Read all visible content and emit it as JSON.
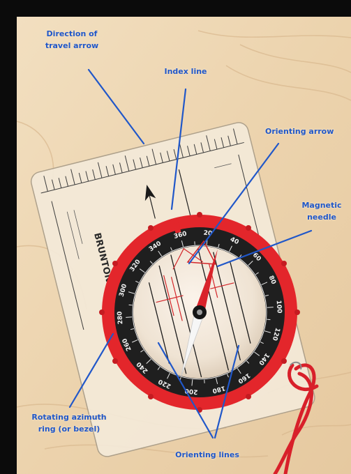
{
  "callouts": {
    "direction_of_travel_arrow": {
      "line1": "Direction of",
      "line2": "travel arrow"
    },
    "index_line": "Index line",
    "orienting_arrow": "Orienting arrow",
    "magnetic_needle": {
      "line1": "Magnetic",
      "line2": "needle"
    },
    "rotating_azimuth_ring": {
      "line1": "Rotating azimuth",
      "line2": "ring (or bezel)"
    },
    "orienting_lines": "Orienting lines"
  },
  "compass": {
    "baseplate_brand": "BRUNTON",
    "bezel_numbers": [
      "20",
      "40",
      "60",
      "80",
      "100",
      "120",
      "140",
      "160",
      "180",
      "200",
      "220",
      "240",
      "260",
      "280",
      "300",
      "320",
      "340",
      "360"
    ]
  },
  "colors": {
    "annotation_blue": "#2057c9",
    "bezel_red": "#e3262b",
    "wood": "#eed6b2",
    "frame": "#0b0b0b"
  }
}
